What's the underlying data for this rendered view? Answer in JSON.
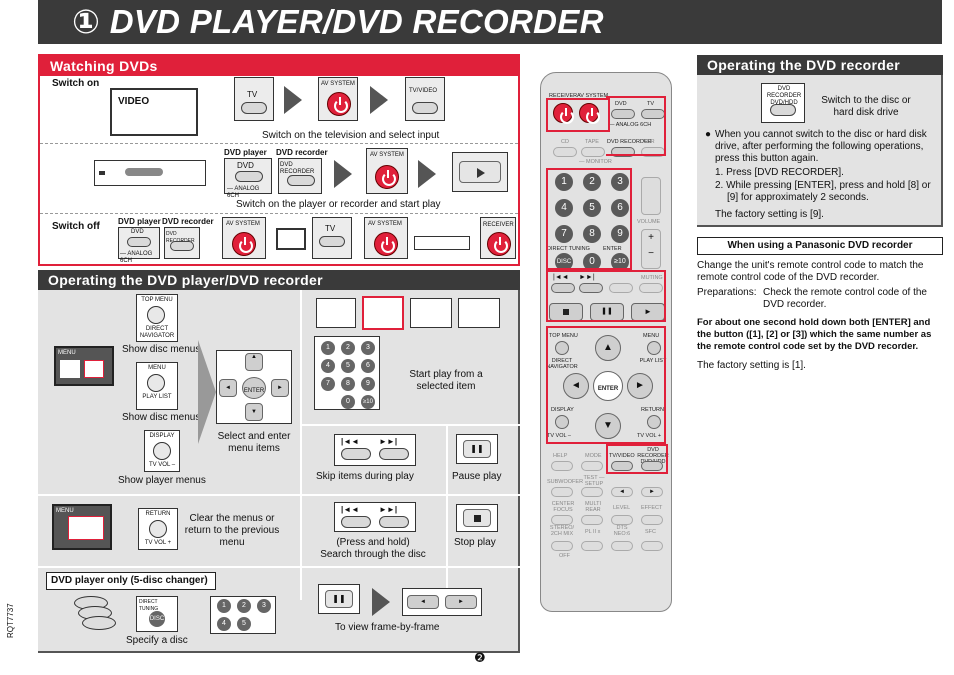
{
  "header": {
    "title": "① DVD PLAYER/DVD RECORDER"
  },
  "watching": {
    "heading": "Watching DVDs",
    "switch_on": "Switch on",
    "video_label": "VIDEO",
    "tv_label": "TV",
    "av_system": "AV SYSTEM",
    "tv_video": "TV/VIDEO",
    "cap1": "Switch on the television and select input",
    "dvd_player": "DVD player",
    "dvd_recorder": "DVD recorder",
    "dvd": "DVD",
    "analog": "— ANALOG 6CH",
    "dvd_recorder_btn": "DVD RECORDER",
    "cap2": "Switch on the player or recorder and start play",
    "switch_off": "Switch off",
    "receiver": "RECEIVER"
  },
  "operating_player": {
    "heading": "Operating the DVD player/DVD recorder",
    "top_menu": "TOP MENU",
    "direct_nav": "DIRECT NAVIGATOR",
    "show_disc_menus": "Show disc menus",
    "menu": "MENU",
    "play_list": "PLAY LIST",
    "show_disc_menus2": "Show disc menus",
    "display": "DISPLAY",
    "tv_vol_minus": "TV VOL –",
    "show_player_menus": "Show player menus",
    "select_enter": "Select and enter menu items",
    "enter": "ENTER",
    "start_play": "Start play from a selected item",
    "skip": "Skip items during play",
    "pause": "Pause play",
    "return_label": "RETURN",
    "tv_vol_plus": "TV VOL +",
    "clear_menus": "Clear the menus or return to the previous menu",
    "press_hold": "(Press and hold)",
    "search": "Search through the disc",
    "stop": "Stop play",
    "dvd_only": "DVD player only (5-disc changer)",
    "direct_tuning": "DIRECT TUNING",
    "disc": "DISC",
    "specify": "Specify a disc",
    "frame": "To view frame-by-frame",
    "menu_small": "MENU"
  },
  "remote": {
    "receiver": "RECEIVER",
    "av_system": "AV SYSTEM",
    "dvd": "DVD",
    "tv": "TV",
    "analog": "— ANALOG 6CH",
    "cd": "CD",
    "tape": "TAPE",
    "dvd_recorder": "DVD RECORDER",
    "vcr": "VCR",
    "monitor": "— MONITOR",
    "ch": "CH",
    "volume": "VOLUME",
    "direct_tuning": "DIRECT TUNING",
    "enter": "ENTER",
    "disc": "DISC",
    "ten": "≥10",
    "muting": "MUTING",
    "top_menu": "TOP MENU",
    "menu": "MENU",
    "direct_nav": "DIRECT NAVIGATOR",
    "play_list": "PLAY LIST",
    "enter_big": "ENTER",
    "display": "DISPLAY",
    "return": "RETURN",
    "tv_vol_minus": "TV VOL –",
    "tv_vol_plus": "TV VOL +",
    "help": "HELP",
    "mode": "MODE",
    "tv_video": "TV/VIDEO",
    "dvdhdd": "DVD RECORDER DVD/HDD",
    "subwoofer": "SUBWOOFER",
    "test_setup": "TEST — SETUP",
    "center_focus": "CENTER FOCUS",
    "multi_rear": "MULTI REAR",
    "level": "LEVEL",
    "effect": "EFFECT",
    "stereo": "STEREO/ 2CH MIX",
    "pl2x": "PL II x",
    "dts": "DTS NEO:6",
    "sfc": "SFC",
    "off": "OFF",
    "nums": [
      "1",
      "2",
      "3",
      "4",
      "5",
      "6",
      "7",
      "8",
      "9",
      "0"
    ]
  },
  "recorder": {
    "heading": "Operating the DVD recorder",
    "btn": "DVD RECORDER DVD/HDD",
    "switch_text": "Switch to the disc or hard disk drive",
    "bullet": "When you cannot switch to the disc or hard disk drive, after performing the following operations, press this button again.",
    "step1": "1. Press [DVD RECORDER].",
    "step2": "2. While pressing [ENTER], press and hold [8] or [9] for approximately 2 seconds.",
    "factory": "The factory setting is [9].",
    "panasonic_head": "When using a Panasonic DVD recorder",
    "change": "Change the unit's remote control code to match the remote control code of the DVD recorder.",
    "prep_label": "Preparations:",
    "prep_text": "Check the remote control code of the DVD recorder.",
    "bold_text": "For about one second hold down both [ENTER] and the button ([1], [2] or [3]) which the same number as the remote control code set by the DVD recorder.",
    "factory2": "The factory setting is [1]."
  },
  "footer": {
    "code": "RQT7737",
    "page": "❷"
  }
}
